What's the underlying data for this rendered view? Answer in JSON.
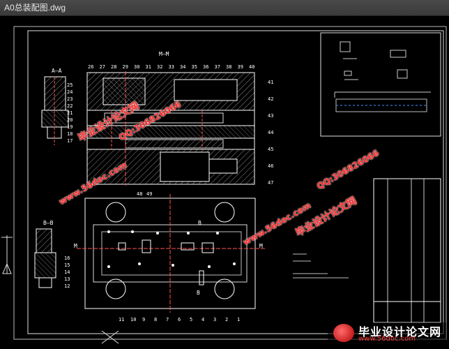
{
  "window": {
    "title": "A0总装配图.dwg"
  },
  "drawing": {
    "section_main": "M—M",
    "section_a": "A—A",
    "section_b": "B—B",
    "top_callouts": [
      "26",
      "27",
      "28",
      "29",
      "30",
      "31",
      "32",
      "33",
      "34",
      "35",
      "36",
      "37",
      "38",
      "39",
      "40"
    ],
    "right_callouts": [
      "41",
      "42",
      "43",
      "44",
      "45",
      "46",
      "47"
    ],
    "left_callouts_a": [
      "25",
      "24",
      "23",
      "22",
      "21",
      "20",
      "19",
      "18",
      "17"
    ],
    "bottom_callouts_mid": [
      "48",
      "49"
    ],
    "plan_bottom_callouts": [
      "11",
      "10",
      "9",
      "8",
      "7",
      "6",
      "5",
      "4",
      "3",
      "2",
      "1"
    ],
    "b_callouts": [
      "16",
      "15",
      "14",
      "13",
      "12"
    ],
    "m_label": "M",
    "b_label": "B"
  },
  "watermarks": {
    "site_name": "毕业设计论文网",
    "site_url": "www.56doc.com",
    "qq": "QQ:306826066"
  },
  "footer": {
    "title": "毕业设计论文网",
    "url": "www.56doc.com"
  },
  "colors": {
    "titlebar": "#3e3e3e",
    "background": "#000000",
    "line_white": "#ffffff",
    "hatch": "#7a7a7a",
    "watermark_red": "#ff2a2a"
  }
}
